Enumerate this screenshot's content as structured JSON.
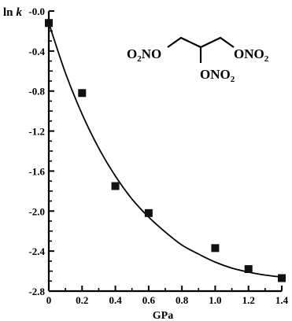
{
  "chart_data": {
    "type": "scatter",
    "title": "",
    "xlabel": "GPa",
    "ylabel_main": "ln",
    "ylabel_var": "k",
    "x_ticks": [
      "0",
      "0.2",
      "0.4",
      "0.6",
      "0.8",
      "1.0",
      "1.2",
      "1.4"
    ],
    "y_ticks": [
      "-0.0",
      "-0.4",
      "-0.8",
      "-1.2",
      "-1.6",
      "-2.0",
      "-2.4",
      "-2.8"
    ],
    "xlim": [
      0,
      1.4
    ],
    "ylim": [
      -2.8,
      0
    ],
    "grid": false,
    "points": [
      {
        "x": 0.0,
        "y": -0.12
      },
      {
        "x": 0.2,
        "y": -0.82
      },
      {
        "x": 0.4,
        "y": -1.75
      },
      {
        "x": 0.6,
        "y": -2.02
      },
      {
        "x": 1.0,
        "y": -2.37
      },
      {
        "x": 1.2,
        "y": -2.58
      },
      {
        "x": 1.4,
        "y": -2.67
      }
    ],
    "fit_curve": [
      {
        "x": 0.0,
        "y": -0.12
      },
      {
        "x": 0.1,
        "y": -0.62
      },
      {
        "x": 0.2,
        "y": -1.03
      },
      {
        "x": 0.3,
        "y": -1.37
      },
      {
        "x": 0.4,
        "y": -1.65
      },
      {
        "x": 0.5,
        "y": -1.88
      },
      {
        "x": 0.6,
        "y": -2.06
      },
      {
        "x": 0.7,
        "y": -2.21
      },
      {
        "x": 0.8,
        "y": -2.34
      },
      {
        "x": 0.9,
        "y": -2.43
      },
      {
        "x": 1.0,
        "y": -2.51
      },
      {
        "x": 1.1,
        "y": -2.57
      },
      {
        "x": 1.2,
        "y": -2.61
      },
      {
        "x": 1.3,
        "y": -2.64
      },
      {
        "x": 1.4,
        "y": -2.66
      }
    ],
    "annotation": {
      "left_o": "O",
      "left_sub": "2",
      "left_rest": "NO",
      "right_main": "ONO",
      "right_sub": "2",
      "bottom_main": "ONO",
      "bottom_sub": "2"
    }
  }
}
